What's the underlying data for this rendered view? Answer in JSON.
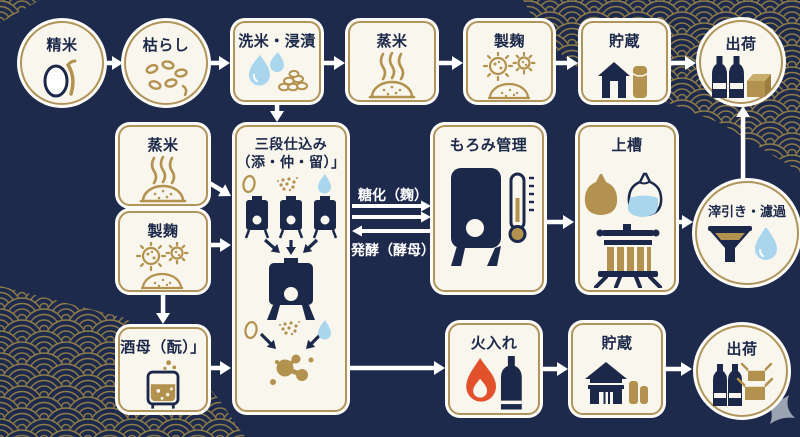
{
  "palette": {
    "background_navy": "#1e2a4c",
    "icon_navy": "#1b2849",
    "gold": "#b3924f",
    "pattern_gold": "#8d7b4a",
    "box_cream": "#f9f6ee",
    "water_blue": "#a9d6ec",
    "flame_orange": "#e2512c",
    "arrow_white": "#ffffff",
    "ribbon_gray": "#9aa3b2"
  },
  "nodes": {
    "seimai": {
      "label": "精米",
      "icon": "rice-grain-icon"
    },
    "karashi": {
      "label": "枯らし",
      "icon": "dried-rice-grains-icon"
    },
    "senmai": {
      "label": "洗米・浸漬",
      "icon": "water-drops-rice-icon"
    },
    "mushimai_top": {
      "label": "蒸米",
      "icon": "steamed-rice-icon"
    },
    "seigiku_top": {
      "label": "製麹",
      "icon": "koji-mold-icon"
    },
    "chozo_top": {
      "label": "貯蔵",
      "icon": "warehouse-tank-icon"
    },
    "shukka_top": {
      "label": "出荷",
      "icon": "bottles-box-icon"
    },
    "mushimai_mid": {
      "label": "蒸米",
      "icon": "steamed-rice-icon"
    },
    "seigiku_mid": {
      "label": "製麹",
      "icon": "koji-mold-icon"
    },
    "sandan": {
      "label_line1": "三段仕込み",
      "label_line2": "（添・仲・留）」",
      "icon": "three-tanks-mixing-icon"
    },
    "moromi": {
      "label": "もろみ管理",
      "icon": "tank-thermometer-icon"
    },
    "joso": {
      "label": "上槽",
      "icon": "press-sacks-icon"
    },
    "orihiki": {
      "label": "滓引き・濾過",
      "icon": "funnel-drop-icon"
    },
    "shubo": {
      "label": "酒母（酛）」",
      "icon": "yeast-starter-jar-icon"
    },
    "hiire": {
      "label": "火入れ",
      "icon": "flame-bottle-icon"
    },
    "chozo_bottom": {
      "label": "貯蔵",
      "icon": "warehouse-tanks-icon"
    },
    "shukka_bottom": {
      "label": "出荷",
      "icon": "bottles-open-boxes-icon"
    }
  },
  "process_labels": {
    "saccharification": "糖化（麹）",
    "fermentation": "発酵（酵母）"
  }
}
